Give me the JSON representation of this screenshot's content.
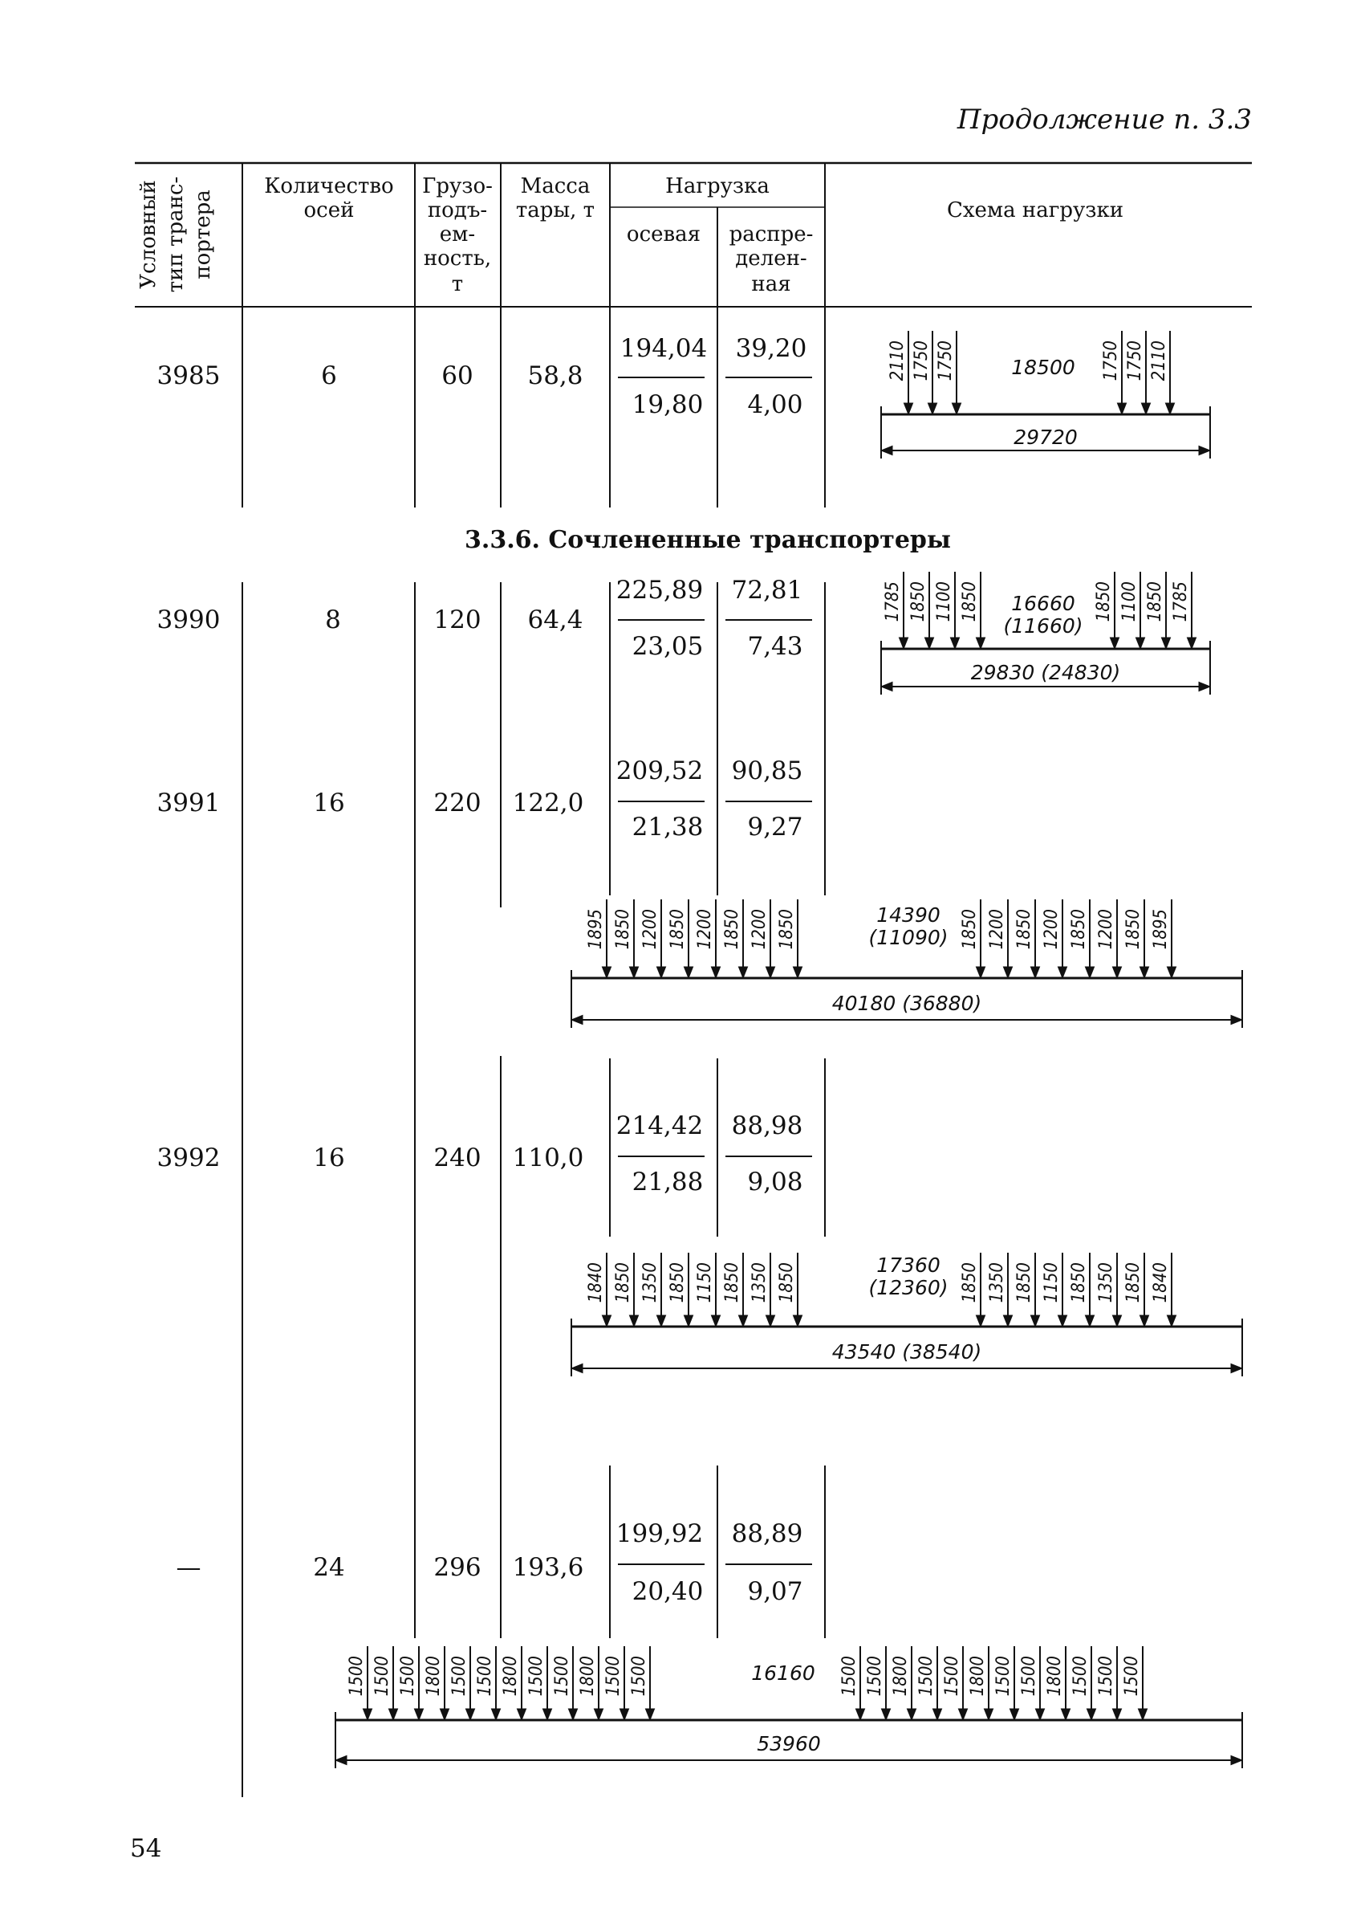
{
  "header": {
    "continuation": "Продолжение п. 3.3"
  },
  "table": {
    "columns": {
      "type": [
        "Условный",
        "тип транс-",
        "портера"
      ],
      "axles": [
        "Количество",
        "осей"
      ],
      "capacity": [
        "Грузо-",
        "подъ-",
        "ем-",
        "ность,",
        "т"
      ],
      "mass": [
        "Масса",
        "тары, т"
      ],
      "load": "Нагрузка",
      "axial": "осевая",
      "distributed": [
        "распре-",
        "делен-",
        "ная"
      ],
      "scheme": "Схема нагрузки"
    },
    "section_title": "3.3.6. Сочлененные транспортеры",
    "rows": [
      {
        "type": "3985",
        "axles": "6",
        "capacity": "60",
        "mass": "58,8",
        "axial_top": "194,04",
        "axial_bottom": "19,80",
        "dist_top": "39,20",
        "dist_bottom": "4,00"
      },
      {
        "type": "3990",
        "axles": "8",
        "capacity": "120",
        "mass": "64,4",
        "axial_top": "225,89",
        "axial_bottom": "23,05",
        "dist_top": "72,81",
        "dist_bottom": "7,43"
      },
      {
        "type": "3991",
        "axles": "16",
        "capacity": "220",
        "mass": "122,0",
        "axial_top": "209,52",
        "axial_bottom": "21,38",
        "dist_top": "90,85",
        "dist_bottom": "9,27"
      },
      {
        "type": "3992",
        "axles": "16",
        "capacity": "240",
        "mass": "110,0",
        "axial_top": "214,42",
        "axial_bottom": "21,88",
        "dist_top": "88,98",
        "dist_bottom": "9,08"
      },
      {
        "type": "—",
        "axles": "24",
        "capacity": "296",
        "mass": "193,6",
        "axial_top": "199,92",
        "axial_bottom": "20,40",
        "dist_top": "88,89",
        "dist_bottom": "9,07"
      }
    ]
  },
  "schemes": {
    "s3985": {
      "left": [
        "2110",
        "1750",
        "1750"
      ],
      "middle": [
        "18500"
      ],
      "right": [
        "1750",
        "1750",
        "2110"
      ],
      "total": "29720"
    },
    "s3990": {
      "left": [
        "1785",
        "1850",
        "1100",
        "1850"
      ],
      "middle": [
        "16660",
        "(11660)"
      ],
      "right": [
        "1850",
        "1100",
        "1850",
        "1785"
      ],
      "total": "29830 (24830)"
    },
    "s3991": {
      "left": [
        "1895",
        "1850",
        "1200",
        "1850",
        "1200",
        "1850",
        "1200",
        "1850"
      ],
      "middle": [
        "14390",
        "(11090)"
      ],
      "right": [
        "1850",
        "1200",
        "1850",
        "1200",
        "1850",
        "1200",
        "1850",
        "1895"
      ],
      "total": "40180 (36880)"
    },
    "s3992": {
      "left": [
        "1840",
        "1850",
        "1350",
        "1850",
        "1150",
        "1850",
        "1350",
        "1850"
      ],
      "middle": [
        "17360",
        "(12360)"
      ],
      "right": [
        "1850",
        "1350",
        "1850",
        "1150",
        "1850",
        "1350",
        "1850",
        "1840"
      ],
      "total": "43540 (38540)"
    },
    "s24": {
      "left": [
        "1500",
        "1500",
        "1500",
        "1800",
        "1500",
        "1500",
        "1800",
        "1500",
        "1500",
        "1800",
        "1500",
        "1500"
      ],
      "middle": [
        "16160"
      ],
      "right": [
        "1500",
        "1500",
        "1800",
        "1500",
        "1500",
        "1800",
        "1500",
        "1500",
        "1800",
        "1500",
        "1500",
        "1500"
      ],
      "total": "53960"
    }
  },
  "footer": {
    "page_number": "54"
  }
}
